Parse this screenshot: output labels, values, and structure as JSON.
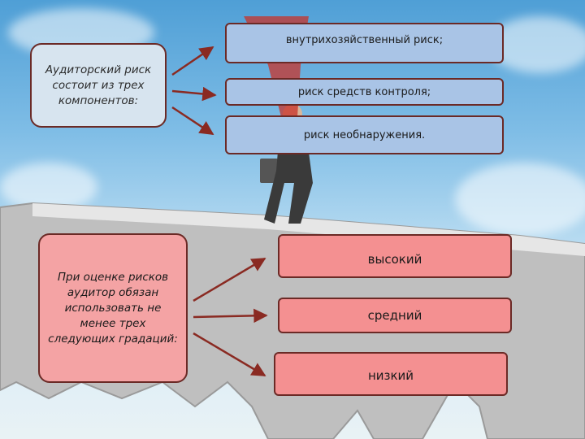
{
  "left_top_box": {
    "text": "Аудиторский риск состоит из трех компонентов:"
  },
  "risk_components": [
    {
      "label": "внутрихозяйственный риск;"
    },
    {
      "label": "риск средств контроля;"
    },
    {
      "label": "риск необнаружения."
    }
  ],
  "left_bottom_box": {
    "text": "При оценке рисков аудитор обязан использовать не менее трех следующих градаций:"
  },
  "risk_gradations": [
    {
      "label": "высокий"
    },
    {
      "label": "средний"
    },
    {
      "label": "низкий"
    }
  ],
  "colors": {
    "arrow": "#8a2a22",
    "border": "#6b2a26",
    "blue_box": "#a9c4e6",
    "red_box": "#f49091",
    "left_top_fill": "#d7e4ef",
    "left_bottom_fill": "#f4a3a4"
  }
}
